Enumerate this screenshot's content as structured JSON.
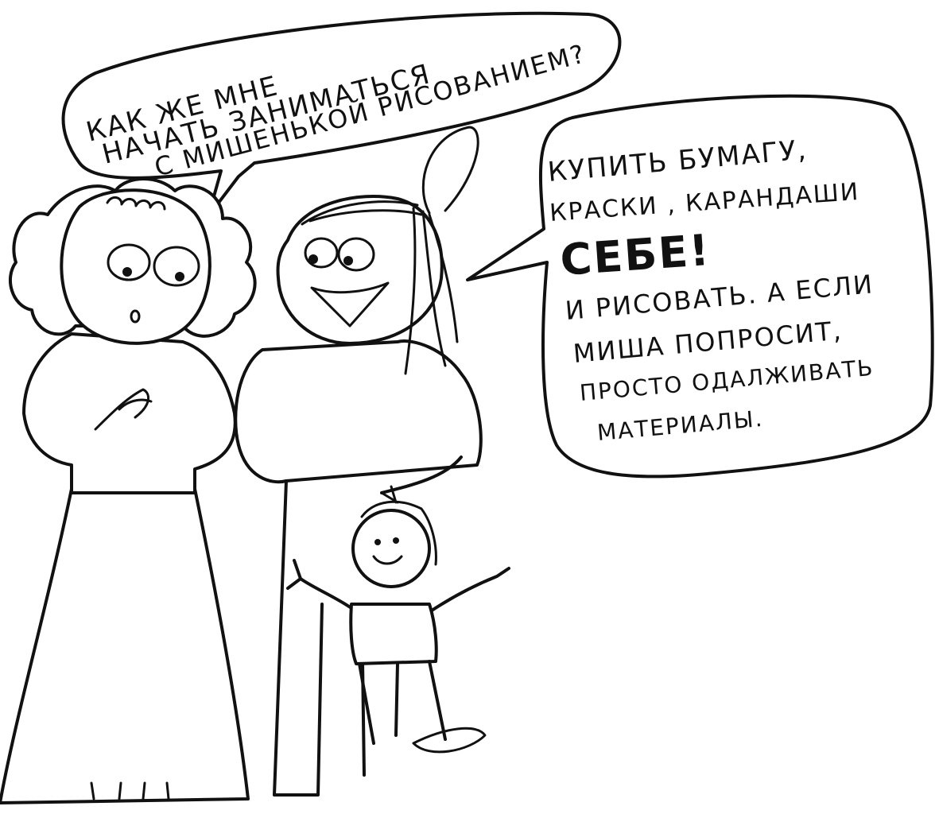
{
  "bubble_mom": {
    "lines": [
      "КАК ЖЕ МНЕ",
      "НАЧАТЬ ЗАНИМАТЬСЯ",
      "С МИШЕНЬКОЙ РИСОВАНИЕМ?"
    ]
  },
  "bubble_friend": {
    "line1": "КУПИТЬ БУМАГУ,",
    "line2": "КРАСКИ , КАРАНДАШИ",
    "emphasis": "СЕБЕ!",
    "line3": "И РИСОВАТЬ. А ЕСЛИ",
    "line4": "МИША ПОПРОСИТ,",
    "line5": "ПРОСТО ОДАЛЖИВАТЬ",
    "line6": "МАТЕРИАЛЫ."
  },
  "colors": {
    "ink": "#111111",
    "paper": "#ffffff"
  }
}
